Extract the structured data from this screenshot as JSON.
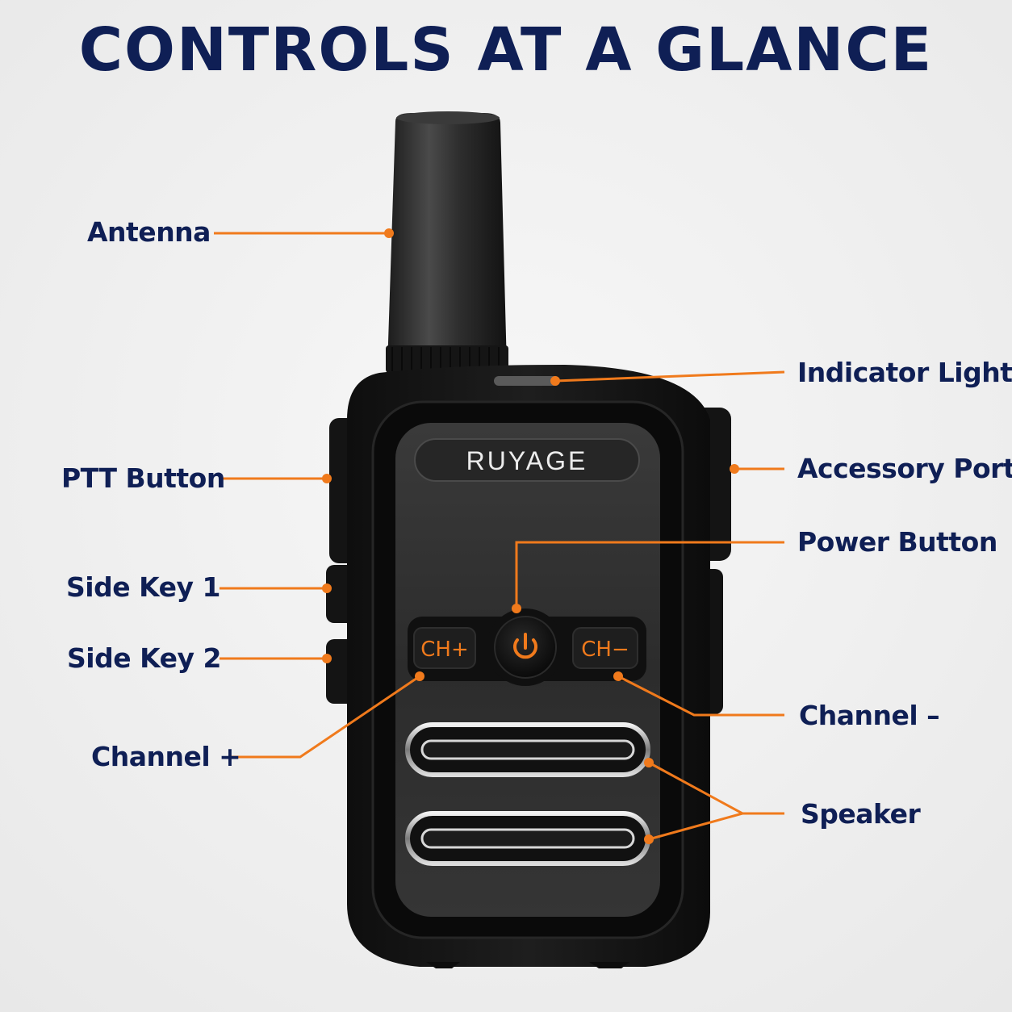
{
  "title": "CONTROLS AT A GLANCE",
  "brand": "RUYAGE",
  "buttons": {
    "ch_plus": "CH+",
    "ch_minus": "CH−"
  },
  "labels": {
    "antenna": "Antenna",
    "indicator_light": "Indicator Light",
    "ptt_button": "PTT Button",
    "accessory_port": "Accessory Port",
    "power_button": "Power Button",
    "side_key_1": "Side Key 1",
    "side_key_2": "Side Key 2",
    "channel_minus": "Channel –",
    "channel_plus": "Channel +",
    "speaker": "Speaker"
  },
  "colors": {
    "title": "#0f1f55",
    "callout": "#f07a1c",
    "device": "#1a1a1a"
  }
}
